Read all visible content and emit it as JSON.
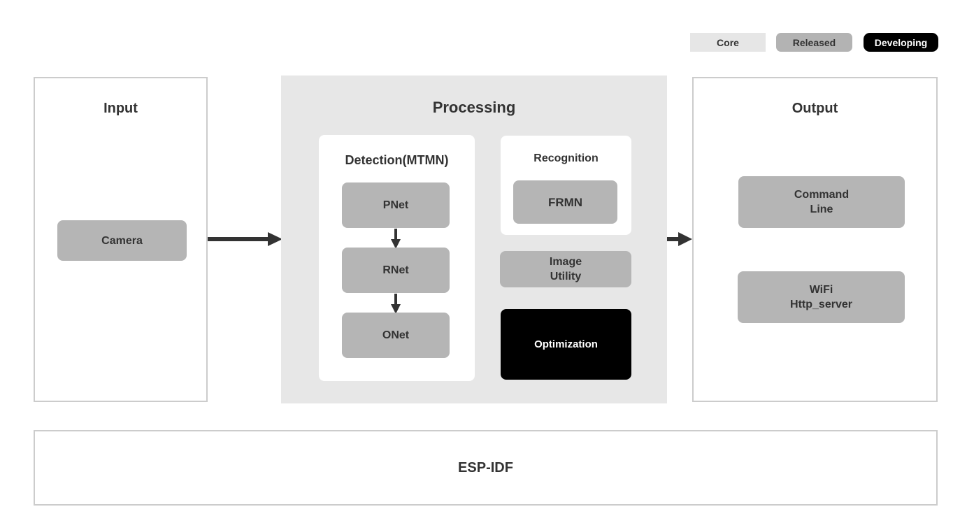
{
  "legend": {
    "core": "Core",
    "released": "Released",
    "developing": "Developing"
  },
  "input": {
    "title": "Input",
    "camera": "Camera"
  },
  "processing": {
    "title": "Processing",
    "detection": {
      "title": "Detection(MTMN)",
      "pnet": "PNet",
      "rnet": "RNet",
      "onet": "ONet"
    },
    "recognition": {
      "title": "Recognition",
      "frmn": "FRMN"
    },
    "image_utility": "Image\nUtility",
    "optimization": "Optimization"
  },
  "output": {
    "title": "Output",
    "command_line": "Command\nLine",
    "wifi_http_server": "WiFi\nHttp_server"
  },
  "foundation": {
    "title": "ESP-IDF"
  },
  "colors": {
    "panel_bg": "#e7e7e7",
    "block_gray": "#b5b5b5",
    "block_black": "#000000",
    "panel_border": "#cccccc",
    "text": "#333333",
    "arrow": "#333333",
    "badge_core_bg": "#e6e6e6",
    "badge_released_bg": "#b3b3b3",
    "badge_developing_bg": "#000000",
    "badge_developing_text": "#ffffff"
  }
}
